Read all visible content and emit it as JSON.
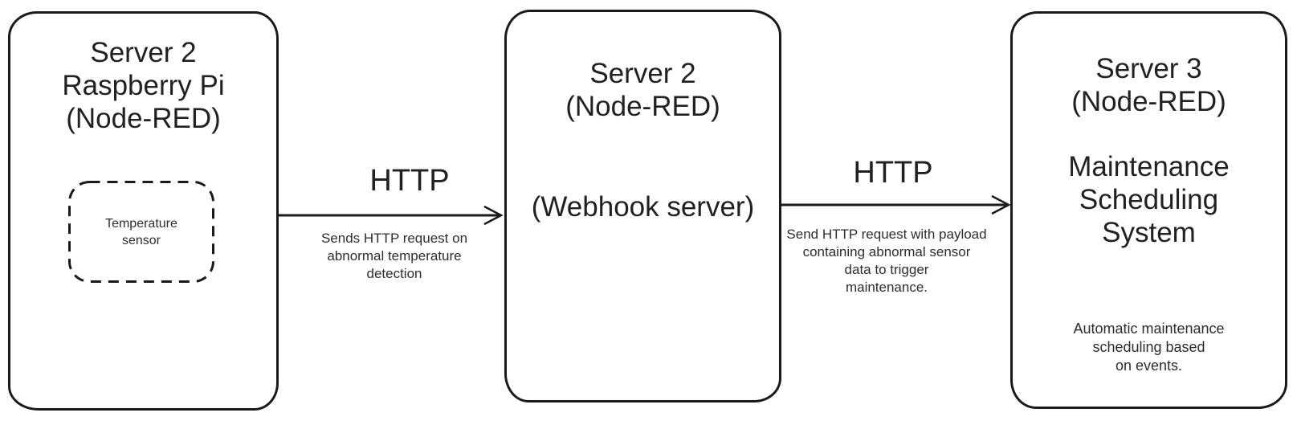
{
  "diagram": {
    "colors": {
      "stroke": "#1a1a1a",
      "text": "#212121",
      "background": "#ffffff"
    },
    "nodes": [
      {
        "id": "server2-raspberry-pi",
        "title_lines": [
          "Server 2",
          "Raspberry Pi",
          "(Node-RED)"
        ],
        "child": {
          "id": "temperature-sensor",
          "label_lines": [
            "Temperature",
            "sensor"
          ]
        }
      },
      {
        "id": "server2-webhook",
        "title_lines": [
          "Server 2",
          "(Node-RED)"
        ],
        "subtitle": "(Webhook server)"
      },
      {
        "id": "server3-maintenance",
        "title_lines": [
          "Server 3",
          "(Node-RED)"
        ],
        "subtitle_lines": [
          "Maintenance",
          "Scheduling",
          "System"
        ],
        "description_lines": [
          "Automatic maintenance",
          "scheduling based",
          "on events."
        ]
      }
    ],
    "edges": [
      {
        "id": "http-1",
        "label": "HTTP",
        "description_lines": [
          "Sends HTTP request on",
          "abnormal temperature",
          "detection"
        ]
      },
      {
        "id": "http-2",
        "label": "HTTP",
        "description_lines": [
          "Send HTTP request with payload",
          "containing abnormal sensor",
          "data to trigger",
          "maintenance."
        ]
      }
    ]
  }
}
